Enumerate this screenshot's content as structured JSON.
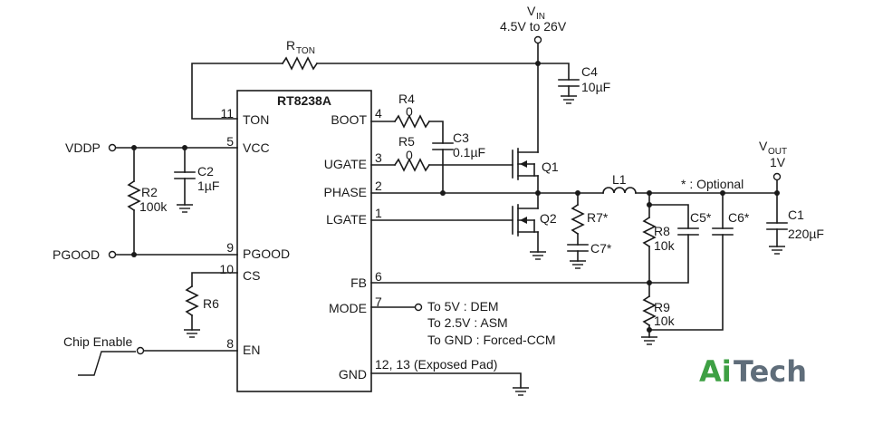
{
  "ic": {
    "name": "RT8238A",
    "pins": {
      "ton": {
        "num": "11",
        "label": "TON"
      },
      "vcc": {
        "num": "5",
        "label": "VCC"
      },
      "pgood": {
        "num": "9",
        "label": "PGOOD"
      },
      "cs": {
        "num": "10",
        "label": "CS"
      },
      "en": {
        "num": "8",
        "label": "EN"
      },
      "boot": {
        "num": "4",
        "label": "BOOT"
      },
      "ugate": {
        "num": "3",
        "label": "UGATE"
      },
      "phase": {
        "num": "2",
        "label": "PHASE"
      },
      "lgate": {
        "num": "1",
        "label": "LGATE"
      },
      "fb": {
        "num": "6",
        "label": "FB"
      },
      "mode": {
        "num": "7",
        "label": "MODE"
      },
      "gnd": {
        "num": "12, 13 (Exposed Pad)",
        "label": "GND"
      }
    }
  },
  "vin": {
    "main": "V",
    "sub": "IN",
    "range": "4.5V to 26V"
  },
  "vout": {
    "main": "V",
    "sub": "OUT",
    "value": "1V"
  },
  "rton": {
    "main": "R",
    "sub": "TON"
  },
  "c4": {
    "name": "C4",
    "value": "10µF"
  },
  "r4": {
    "name": "R4",
    "value": "0"
  },
  "r5": {
    "name": "R5",
    "value": "0"
  },
  "c3": {
    "name": "C3",
    "value": "0.1µF"
  },
  "q1": "Q1",
  "q2": "Q2",
  "l1": "L1",
  "optional": "* : Optional",
  "c1": {
    "name": "C1",
    "value": "220µF"
  },
  "r7": "R7*",
  "c7": "C7*",
  "r8": {
    "name": "R8",
    "value": "10k"
  },
  "c5": "C5*",
  "c6": "C6*",
  "r9": {
    "name": "R9",
    "value": "10k"
  },
  "vddp": "VDDP",
  "c2": {
    "name": "C2",
    "value": "1µF"
  },
  "r2": {
    "name": "R2",
    "value": "100k"
  },
  "pgood_label": "PGOOD",
  "r6": "R6",
  "chip_enable": "Chip Enable",
  "mode_notes": [
    "To 5V : DEM",
    "To 2.5V : ASM",
    "To GND : Forced-CCM"
  ],
  "logo": {
    "part1": "Ai",
    "part2": "Tech"
  }
}
